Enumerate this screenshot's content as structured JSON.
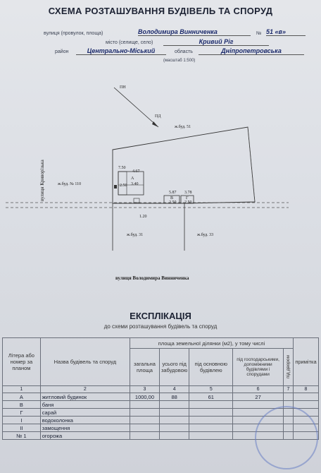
{
  "title": "СХЕМА РОЗТАШУВАННЯ БУДІВЕЛЬ ТА СПОРУД",
  "address": {
    "street_label": "вулиця (провулок, площа)",
    "street_value": "Володимира Винниченка",
    "num_label": "№",
    "num_value": "51 «в»",
    "city_label": "місто (селище, село)",
    "city_value": "Кривий Ріг",
    "district_label": "район",
    "district_value": "Центрально-Міський",
    "region_label": "область",
    "region_value": "Дніпропетровська",
    "scale": "(масштаб 1:500)"
  },
  "plan": {
    "north": "ПН",
    "south": "ПД",
    "neighbor_top": "ж.буд. 51",
    "neighbor_left": "ж.буд. № 110",
    "neighbor_bottom_left": "ж.буд. 31",
    "neighbor_bottom_right": "ж.буд. 33",
    "street_side": "вулиця Криворізька",
    "street_bottom": "вулиця Володимира Винниченка",
    "bld_A": "А",
    "bld_B": "В",
    "bld_G": "Г",
    "bld_A_dim": "3.40",
    "bld_B_dim": "2.50",
    "bld_G_dim": "2.50",
    "dims": [
      "7.50",
      "4.67",
      "2.50",
      "5.87",
      "3.78",
      "1.20"
    ]
  },
  "explication": {
    "title": "ЕКСПЛІКАЦІЯ",
    "subtitle": "до схеми розташування будівель та споруд",
    "col_letter": "Літера або номер за планом",
    "col_name": "Назва будівель та споруд",
    "col_area_group": "площа земельної ділянки (м2), у тому числі",
    "col_total": "загальна площа",
    "col_built": "усього під забудовою",
    "col_main": "під основною будівлею",
    "col_aux": "під господарськими, допоміжними будівлями і спорудами",
    "col_yard": "під двором",
    "col_note": "примітка",
    "col_numbers": [
      "1",
      "2",
      "3",
      "4",
      "5",
      "6",
      "7",
      "8"
    ],
    "rows": [
      {
        "letter": "А",
        "name": "житловий будинок",
        "total": "1000,00",
        "built": "88",
        "main": "61",
        "aux": "27"
      },
      {
        "letter": "В",
        "name": "баня",
        "total": "",
        "built": "",
        "main": "",
        "aux": ""
      },
      {
        "letter": "Г",
        "name": "сарай",
        "total": "",
        "built": "",
        "main": "",
        "aux": ""
      },
      {
        "letter": "I",
        "name": "водоколонка",
        "total": "",
        "built": "",
        "main": "",
        "aux": ""
      },
      {
        "letter": "II",
        "name": "замощення",
        "total": "",
        "built": "",
        "main": "",
        "aux": ""
      },
      {
        "letter": "№ 1",
        "name": "огорожа",
        "total": "",
        "built": "",
        "main": "",
        "aux": ""
      }
    ]
  }
}
